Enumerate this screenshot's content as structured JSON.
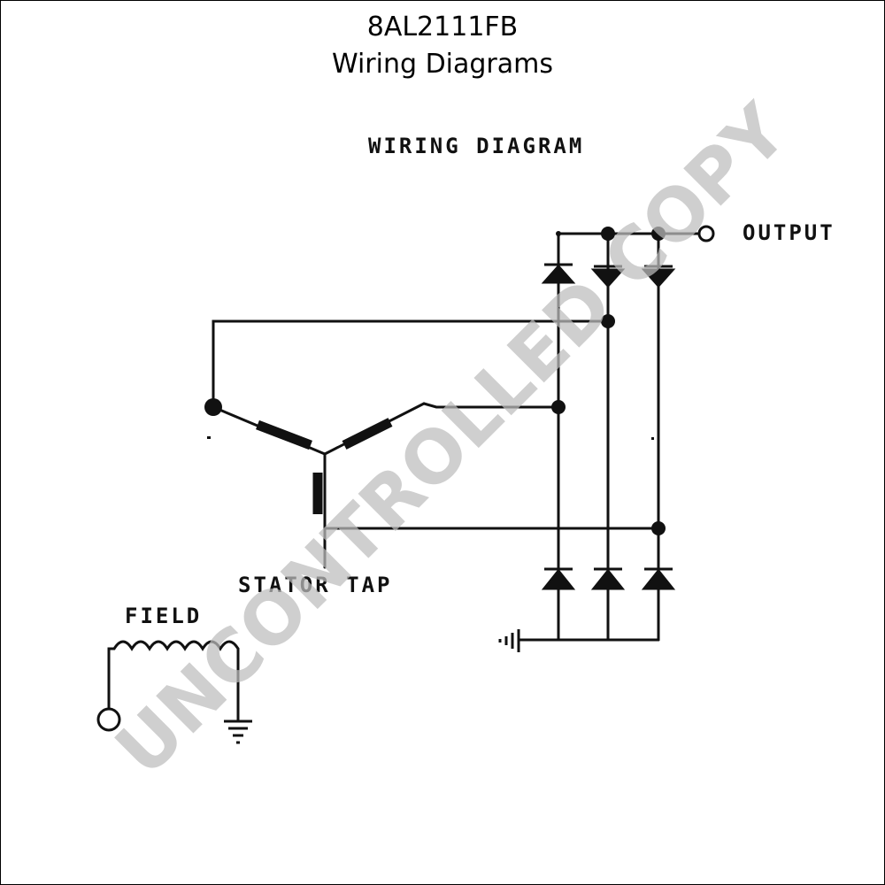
{
  "header": {
    "model": "8AL2111FB",
    "subtitle": "Wiring Diagrams"
  },
  "diagram": {
    "title": "WIRING DIAGRAM",
    "output_label": "OUTPUT",
    "stator_tap_label": "STATOR TAP",
    "field_label": "FIELD"
  },
  "watermark": {
    "text": "UNCONTROLLED COPY",
    "color": "#bdbdbd"
  },
  "colors": {
    "ink": "#111111",
    "background": "#ffffff"
  }
}
